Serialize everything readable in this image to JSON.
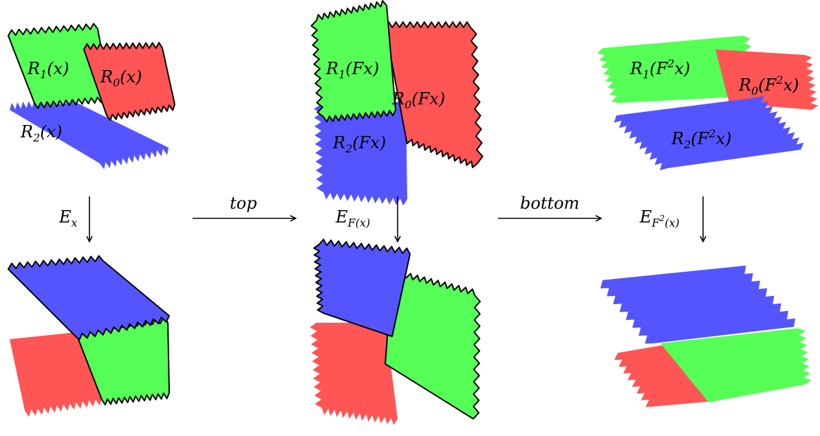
{
  "colors": {
    "green": "#55ff55",
    "red": "#ff5555",
    "blue": "#5555ff",
    "outline": "#000000"
  },
  "columns": [
    {
      "id": "x",
      "regions": [
        {
          "label_base": "R",
          "label_sub": "1",
          "label_arg": "(x)",
          "color": "green"
        },
        {
          "label_base": "R",
          "label_sub": "0",
          "label_arg": "(x)",
          "color": "red"
        },
        {
          "label_base": "R",
          "label_sub": "2",
          "label_arg": "(x)",
          "color": "blue"
        }
      ],
      "map_label": {
        "base": "E",
        "sub": "x"
      }
    },
    {
      "id": "Fx",
      "regions": [
        {
          "label_base": "R",
          "label_sub": "1",
          "label_arg": "(Fx)",
          "color": "green"
        },
        {
          "label_base": "R",
          "label_sub": "0",
          "label_arg": "(Fx)",
          "color": "red"
        },
        {
          "label_base": "R",
          "label_sub": "2",
          "label_arg": "(Fx)",
          "color": "blue"
        }
      ],
      "map_label": {
        "base": "E",
        "sub": "F(x)"
      }
    },
    {
      "id": "F2x",
      "regions": [
        {
          "label_base": "R",
          "label_sub": "1",
          "label_arg_pre": "(F",
          "label_sup": "2",
          "label_arg_post": "x)",
          "color": "green"
        },
        {
          "label_base": "R",
          "label_sub": "0",
          "label_arg_pre": "(F",
          "label_sup": "2",
          "label_arg_post": "x)",
          "color": "red"
        },
        {
          "label_base": "R",
          "label_sub": "2",
          "label_arg_pre": "(F",
          "label_sup": "2",
          "label_arg_post": "x)",
          "color": "blue"
        }
      ],
      "map_label": {
        "base": "E",
        "sub_pre": "F",
        "sub_sup": "2",
        "sub_post": "(x)"
      }
    }
  ],
  "transitions": [
    {
      "label": "top"
    },
    {
      "label": "bottom"
    }
  ]
}
